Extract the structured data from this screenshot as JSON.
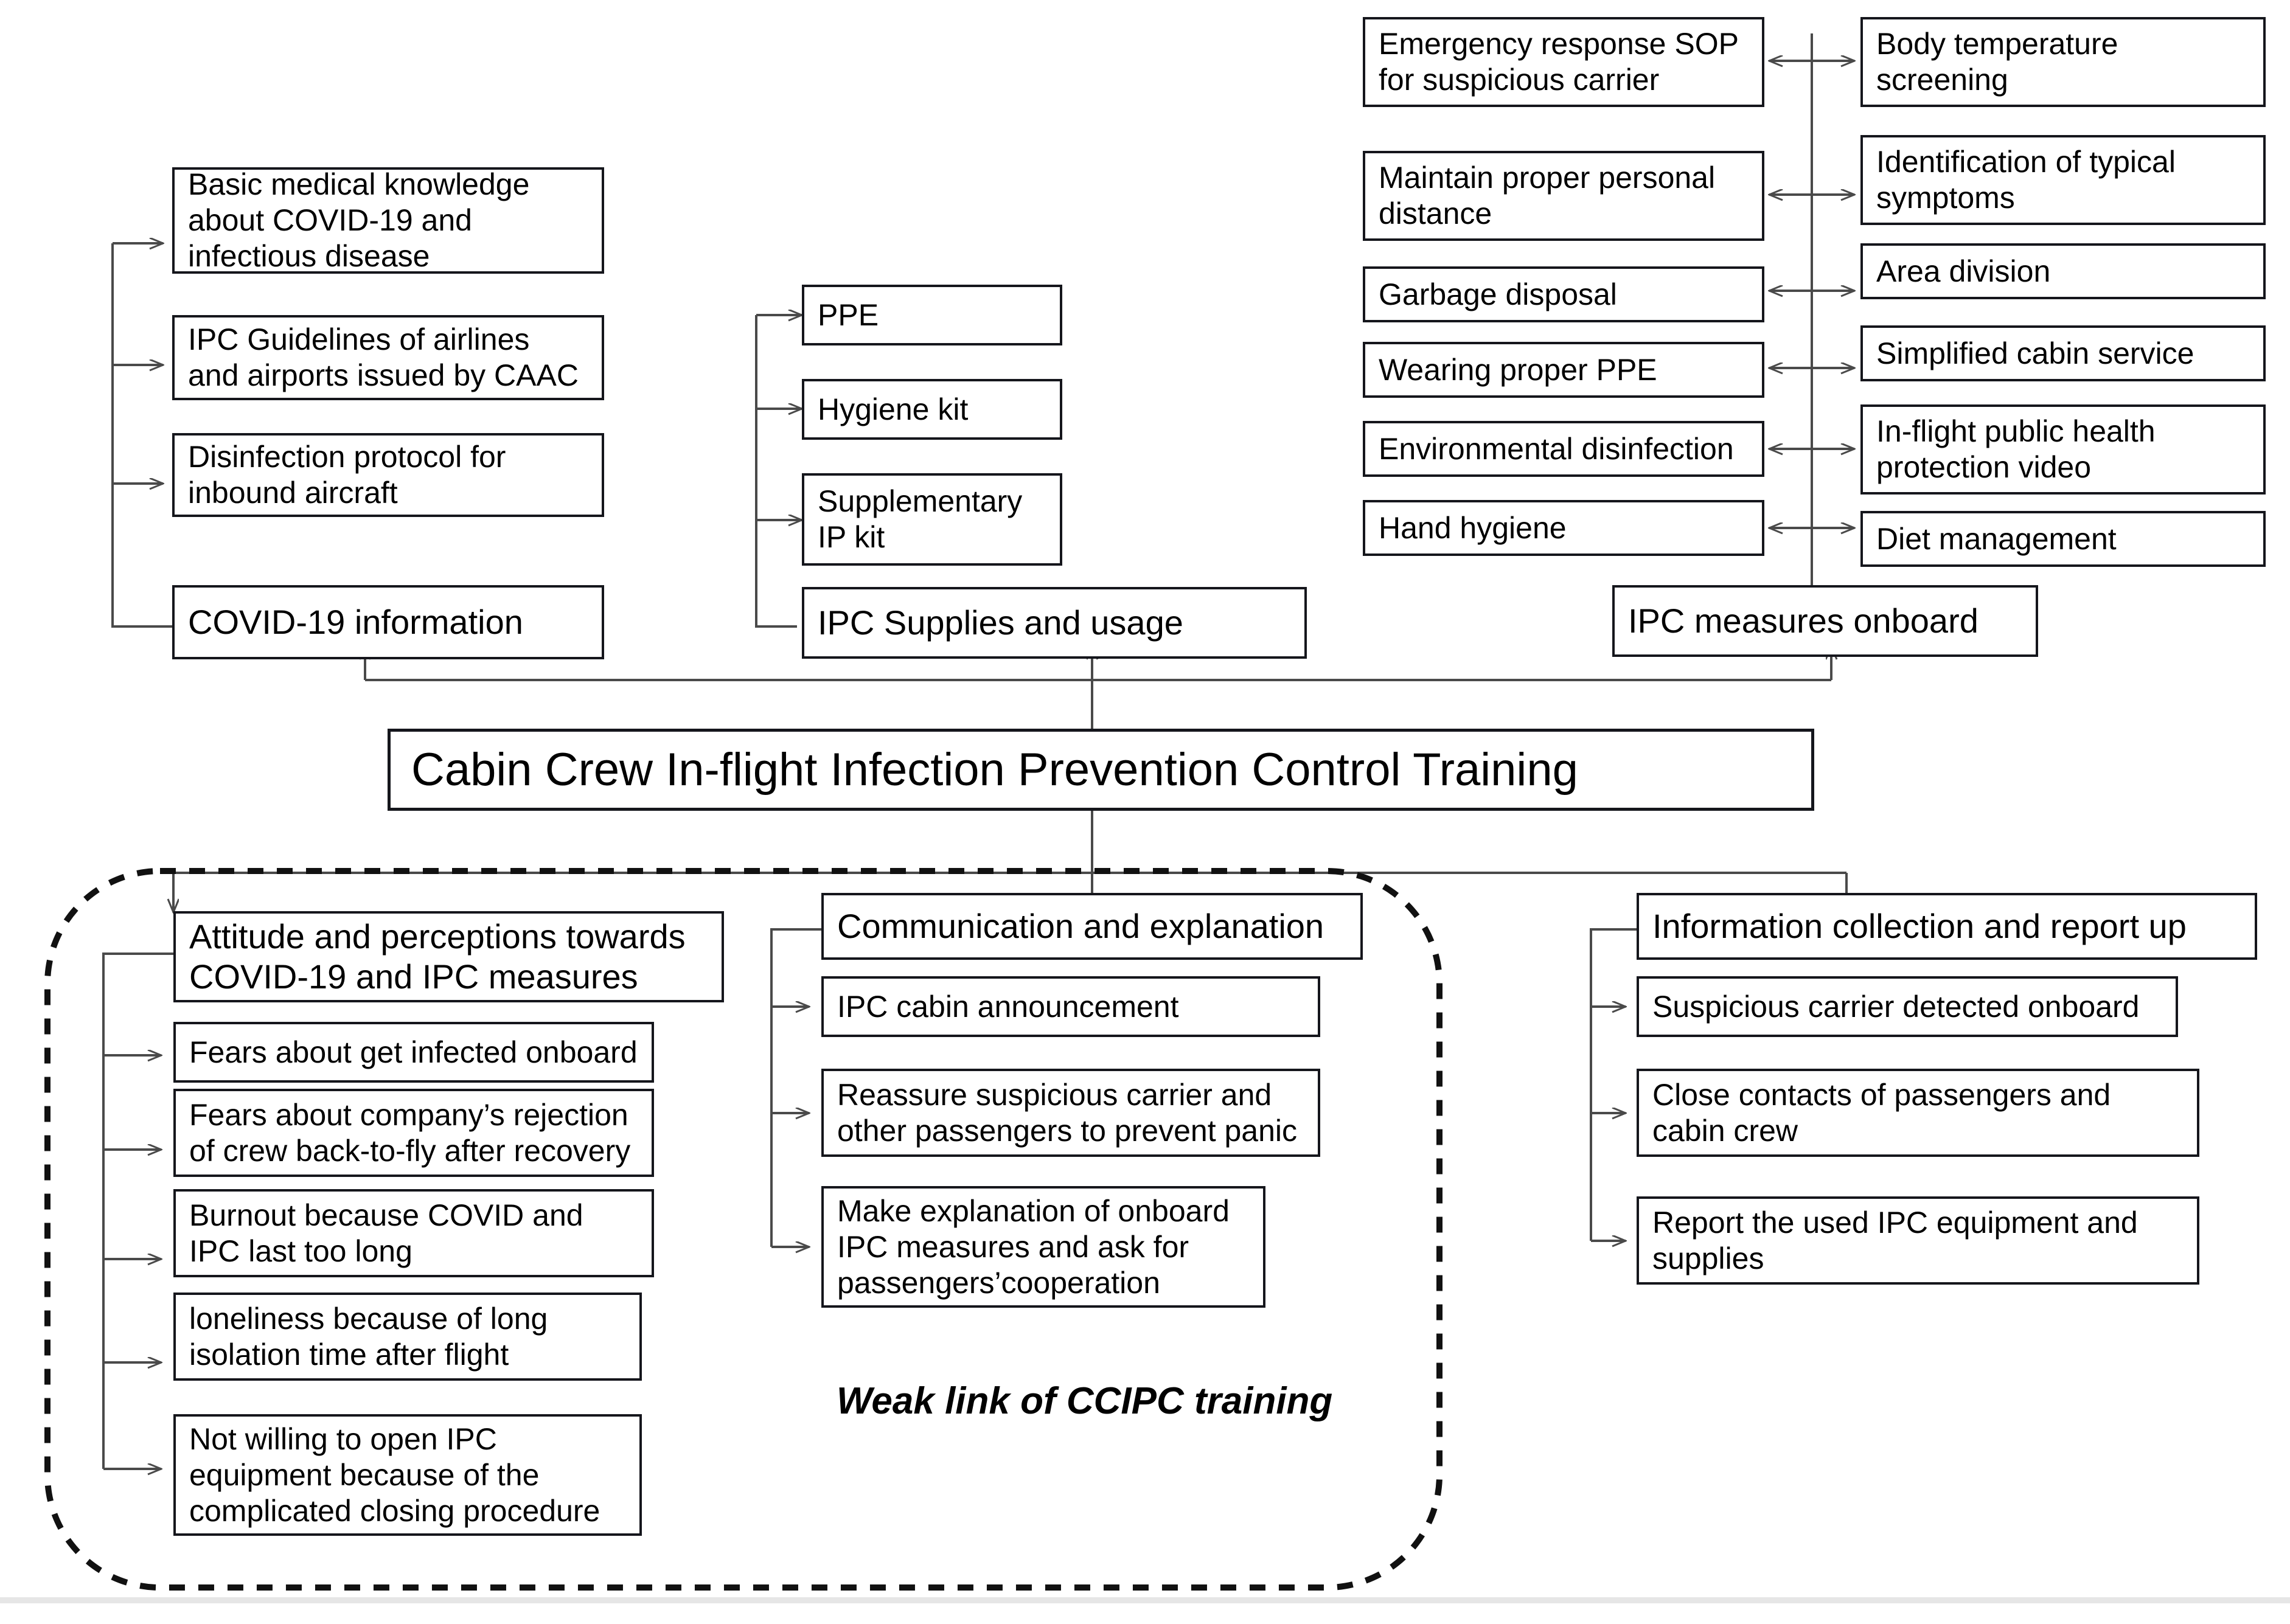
{
  "diagram": {
    "title_box": "Cabin Crew In-flight Infection Prevention Control Training",
    "annotation": "Weak link of CCIPC training",
    "branches": {
      "covid_information": {
        "header": "COVID-19 information",
        "items": [
          "Basic medical knowledge about COVID-19 and infectious disease",
          "IPC Guidelines of airlines and airports issued by CAAC",
          "Disinfection protocol for inbound aircraft"
        ]
      },
      "ipc_supplies": {
        "header": "IPC Supplies and usage",
        "items": [
          "PPE",
          "Hygiene kit",
          "Supplementary IP kit"
        ]
      },
      "ipc_measures_onboard": {
        "header": "IPC measures onboard",
        "left_items": [
          "Emergency response SOP for suspicious carrier",
          "Maintain proper personal distance",
          "Garbage disposal",
          "Wearing proper PPE",
          "Environmental disinfection",
          "Hand hygiene"
        ],
        "right_items": [
          "Body temperature screening",
          "Identification of typical symptoms",
          "Area division",
          "Simplified cabin service",
          "In-flight public health protection video",
          "Diet management"
        ]
      },
      "attitude": {
        "header": "Attitude and perceptions towards COVID-19 and IPC measures",
        "items": [
          "Fears about get infected onboard",
          "Fears about company’s rejection of crew back-to-fly after recovery",
          "Burnout because COVID and IPC last too long",
          "loneliness because of long isolation time after flight",
          "Not willing to open IPC equipment because of the complicated closing procedure"
        ]
      },
      "communication": {
        "header": "Communication and explanation",
        "items": [
          "IPC cabin announcement",
          "Reassure suspicious carrier and other passengers to prevent panic",
          "Make explanation of onboard IPC measures and ask for passengers’cooperation"
        ]
      },
      "information_collection": {
        "header": "Information collection and report up",
        "items": [
          "Suspicious carrier detected onboard",
          "Close contacts of passengers and cabin crew",
          "Report the used IPC equipment and supplies"
        ]
      }
    },
    "colors": {
      "stroke": "#15161c",
      "connector": "#4a4a4a",
      "background": "#ffffff",
      "bottom_bar": "#e6e6e6"
    }
  }
}
